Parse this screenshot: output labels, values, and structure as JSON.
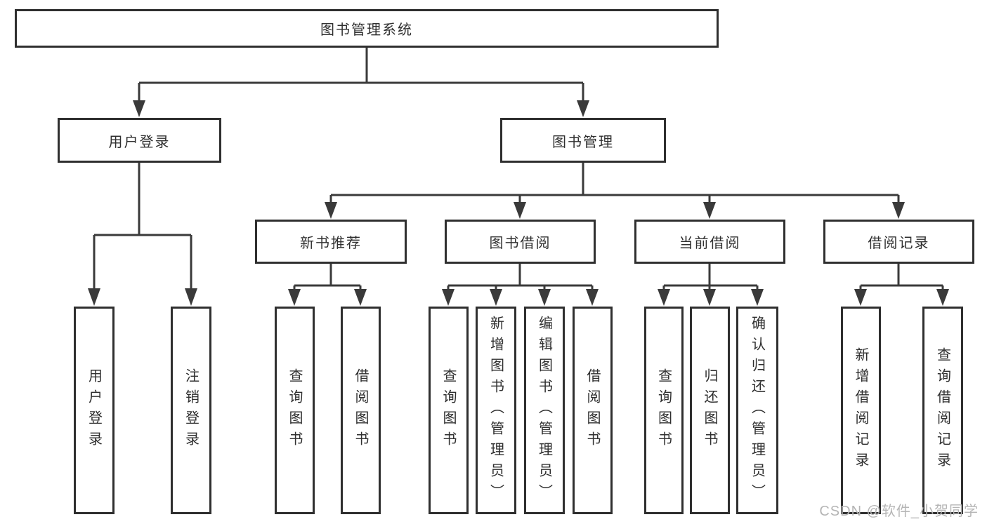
{
  "colors": {
    "line": "#3a3a3a",
    "box-border": "#2f2f2f",
    "text": "#2f2f2f",
    "watermark": "#b5b5b5",
    "background": "#ffffff"
  },
  "watermark": {
    "text": "CSDN @软件_小贺同学"
  },
  "tree": {
    "root": {
      "label": "图书管理系统"
    },
    "branches": [
      {
        "label": "用户登录",
        "children": [
          {
            "label": "用户登录"
          },
          {
            "label": "注销登录"
          }
        ]
      },
      {
        "label": "图书管理",
        "children": [
          {
            "label": "新书推荐",
            "children": [
              {
                "label": "查询图书"
              },
              {
                "label": "借阅图书"
              }
            ]
          },
          {
            "label": "图书借阅",
            "children": [
              {
                "label": "查询图书"
              },
              {
                "label": "新增图书（管理员）"
              },
              {
                "label": "编辑图书（管理员）"
              },
              {
                "label": "借阅图书"
              }
            ]
          },
          {
            "label": "当前借阅",
            "children": [
              {
                "label": "查询图书"
              },
              {
                "label": "归还图书"
              },
              {
                "label": "确认归还（管理员）"
              }
            ]
          },
          {
            "label": "借阅记录",
            "children": [
              {
                "label": "新增借阅记录"
              },
              {
                "label": "查询借阅记录"
              }
            ]
          }
        ]
      }
    ]
  }
}
